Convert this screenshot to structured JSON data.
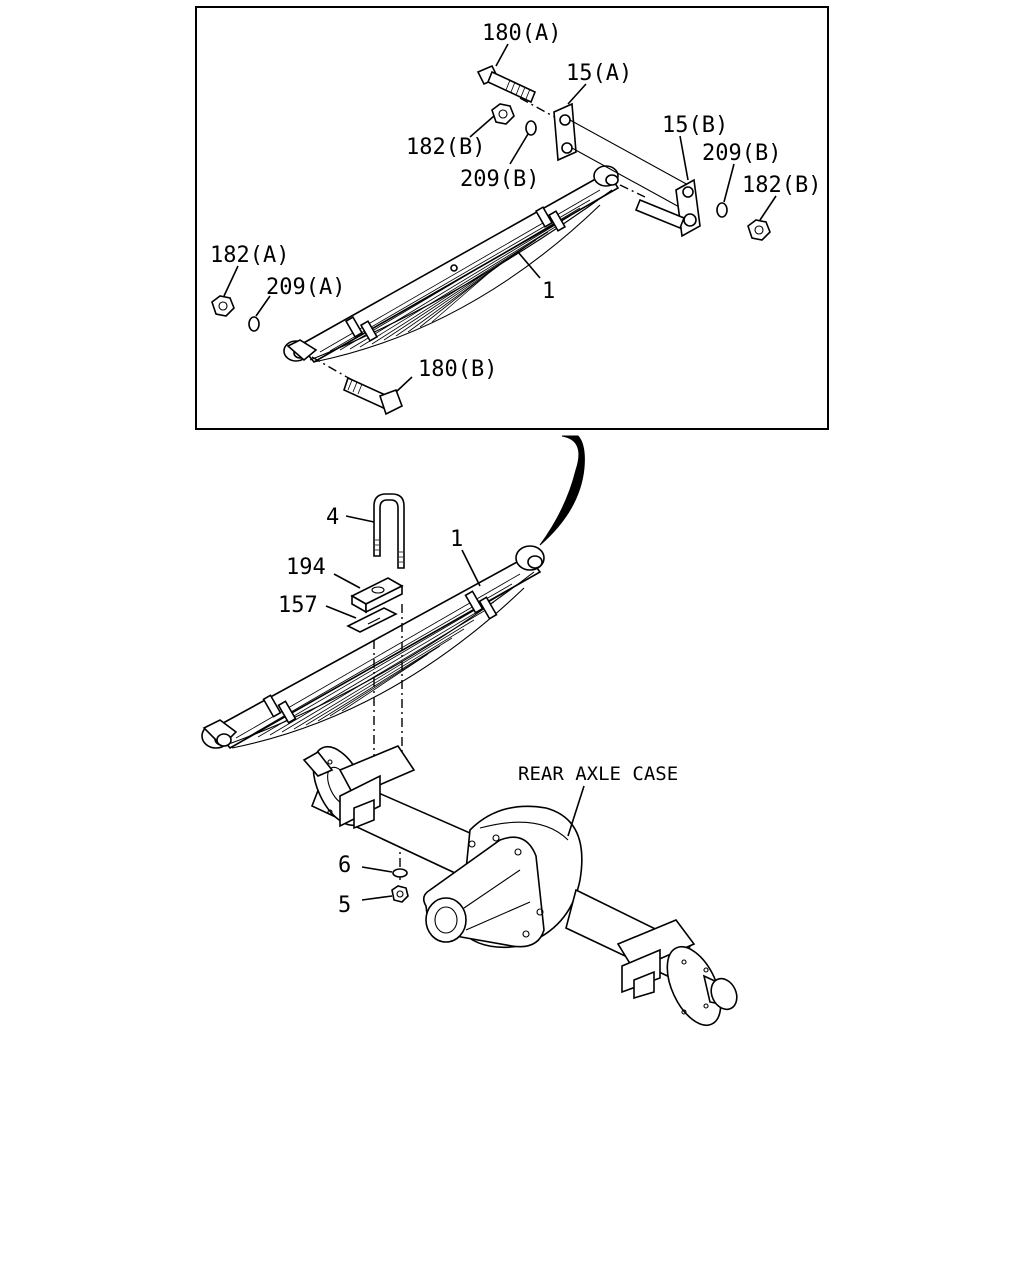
{
  "diagram": {
    "inset_labels": {
      "bolt_a": "180(A)",
      "bracket_a": "15(A)",
      "bracket_b": "15(B)",
      "nut_b_upper": "182(B)",
      "washer_b_upper": "209(B)",
      "washer_b_right": "209(B)",
      "nut_b_right": "182(B)",
      "nut_a": "182(A)",
      "washer_a": "209(A)",
      "spring_inset": "1",
      "bolt_b": "180(B)"
    },
    "main_labels": {
      "u_bolt": "4",
      "spring_main": "1",
      "seat": "194",
      "plate": "157",
      "washer": "6",
      "nut": "5",
      "axle_case": "REAR AXLE CASE"
    }
  }
}
